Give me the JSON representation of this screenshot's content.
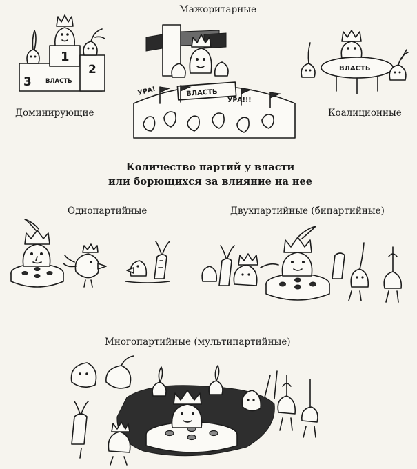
{
  "top": {
    "majority_label": "Мажоритарные",
    "dominant_label": "Доминирующие",
    "coalition_label": "Коалиционные"
  },
  "heading": {
    "line1": "Количество партий у власти",
    "line2": "или борющихся за влияние на нее"
  },
  "middle": {
    "one_party_label": "Однопартийные",
    "two_party_label": "Двухпартийные (бипартийные)"
  },
  "bottom": {
    "multi_party_label": "Многопартийные  (мультипартийные)"
  },
  "drawn_text": {
    "podium_first": "1",
    "podium_second": "2",
    "podium_third": "3",
    "podium_power": "ВЛАСТЬ",
    "hill_power": "ВЛАСТЬ",
    "hill_cheer_left": "УРА!",
    "hill_cheer_right": "УРА!!!",
    "coalition_table_power": "ВЛАСТЬ"
  }
}
